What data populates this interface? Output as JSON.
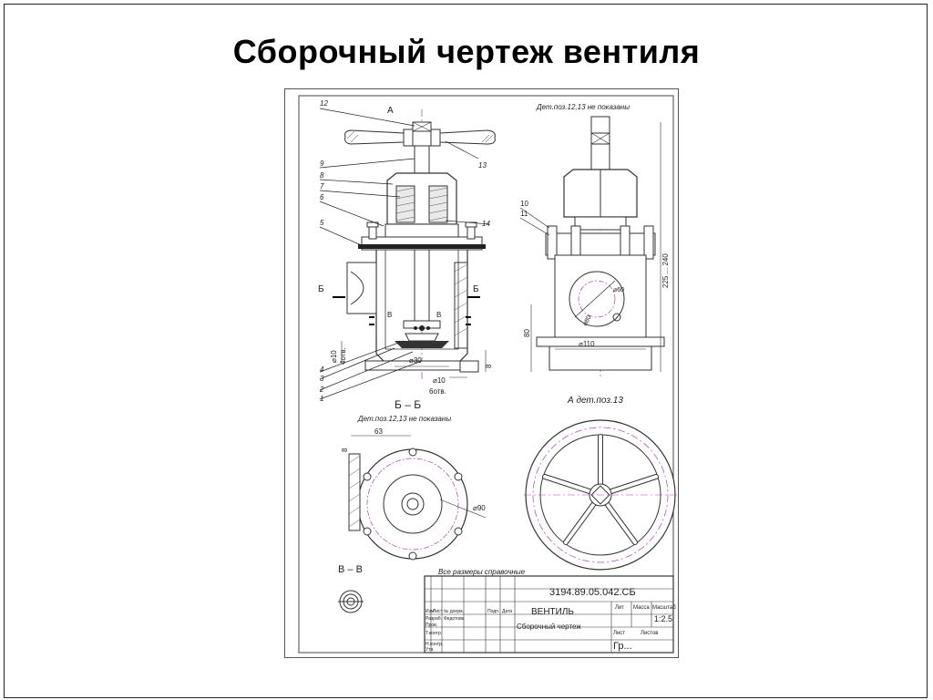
{
  "slide": {
    "title": "Сборочный чертеж вентиля"
  },
  "drawing": {
    "leaders": [
      "12",
      "9",
      "8",
      "7",
      "6",
      "5",
      "4",
      "3",
      "2",
      "1",
      "13",
      "14",
      "10",
      "11"
    ],
    "note_top": "Дет.поз.12,13 не показаны",
    "note_section": "Дет.поз.12,13 не показаны",
    "note_refs": "Все размеры справочные",
    "view_a_letter": "А",
    "cut_b_left": "Б",
    "cut_b_right": "Б",
    "cut_v_left": "В",
    "cut_v_right": "В",
    "section_bb": "Б – Б",
    "view_a_title": "А дет.поз.13",
    "section_vv": "В – В",
    "dims": {
      "d10_left": "⌀10",
      "d10_left_holes": "4отв.",
      "d30": "⌀30",
      "d10_bottom": "⌀10",
      "d10_bottom_holes": "6отв.",
      "h8": "8",
      "h80": "80",
      "d110": "⌀110",
      "d60": "⌀60",
      "d80": "⌀80",
      "h225": "225 ... 240",
      "w63": "63",
      "h8b": "8",
      "d90": "⌀90"
    }
  },
  "title_block": {
    "doc_number": "3194.89.05.042.СБ",
    "product_name": "ВЕНТИЛЬ",
    "doc_type": "Сборочный чертеж",
    "col_lit": "Лит",
    "col_mass": "Масса",
    "col_scale": "Масштаб",
    "scale": "1:2.5",
    "sheet_label": "Лист",
    "sheets_label": "Листов",
    "group": "Гр...",
    "row_headers": [
      "Изм",
      "Лист",
      "№ докум.",
      "Подп.",
      "Дата"
    ],
    "roles": [
      "Разраб.",
      "Пров.",
      "Т.контр.",
      "Н.контр.",
      "Утв."
    ],
    "developer": "Федотова"
  }
}
